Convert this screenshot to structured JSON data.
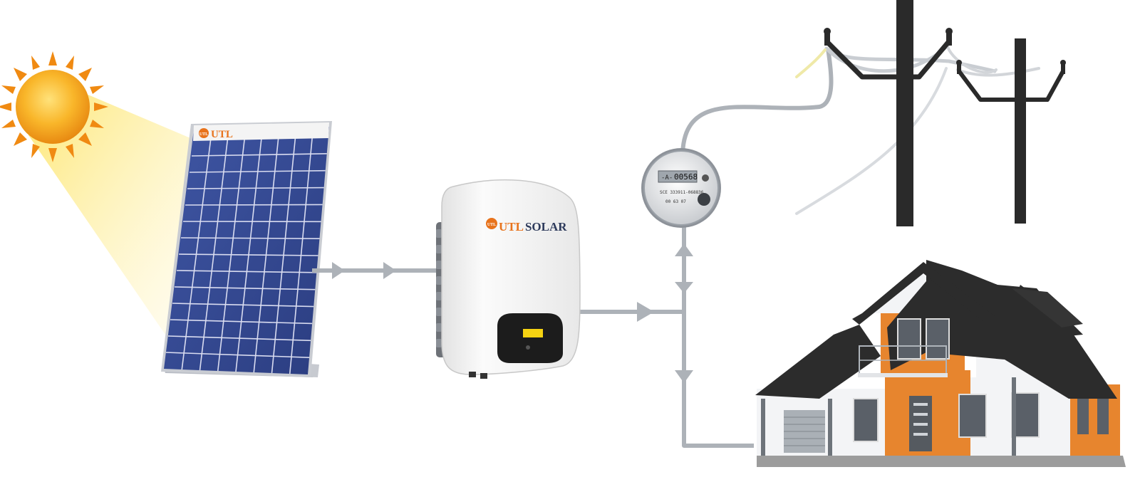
{
  "panel": {
    "brand": "UTL",
    "logo_badge": "UTL"
  },
  "inverter": {
    "brand_prefix": "UTL",
    "brand_suffix": "SOLAR",
    "logo_badge": "UTL"
  },
  "meter": {
    "reading": "00568",
    "register_code": "-A-",
    "serial": "SCE 333911-068836",
    "mark": "00 63 07"
  },
  "colors": {
    "flow_line": "#adb2b8",
    "sun": "#f7a81b",
    "beam": "#fff2a8",
    "panel_cell": "#35498f",
    "panel_frame": "#c9ccd2",
    "inverter_body": "#f2f2f2",
    "brand_orange": "#e8731c",
    "brand_navy": "#2e3b5c",
    "house_orange": "#e7852e",
    "roof": "#2c2c2c",
    "pole": "#2a2a2a"
  },
  "icons": {
    "sun": "sun-icon",
    "solar_panel": "solar-panel-icon",
    "inverter": "inverter-icon",
    "meter": "electric-meter-icon",
    "utility_pole": "utility-pole-icon",
    "house": "house-icon"
  }
}
